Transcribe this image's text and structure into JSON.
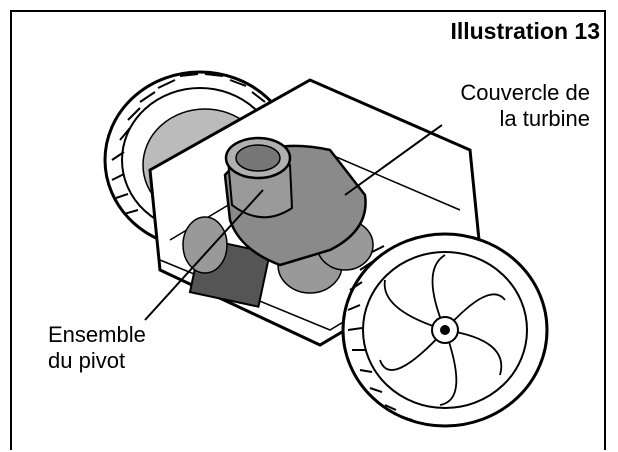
{
  "title": "Illustration 13",
  "callouts": {
    "turbine_cover": {
      "line1": "Couvercle de",
      "line2": "la turbine"
    },
    "pivot_assembly": {
      "line1": "Ensemble",
      "line2": "du pivot"
    }
  },
  "colors": {
    "line": "#000000",
    "gray_part": "#8a8a8a",
    "dark_part": "#555555"
  }
}
